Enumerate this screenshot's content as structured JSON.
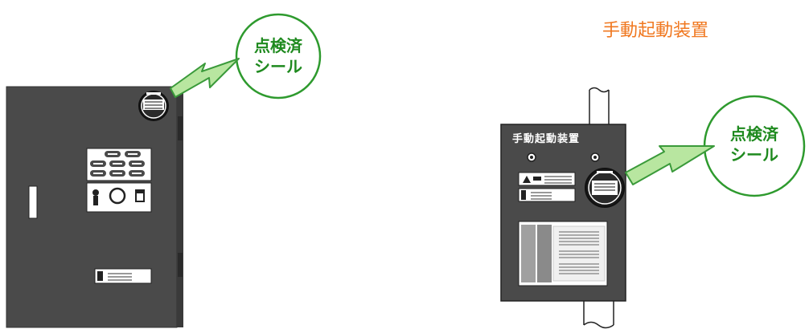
{
  "device_label": "手動起動装置",
  "left_callout": {
    "line1": "点検済",
    "line2": "シール"
  },
  "right_callout": {
    "line1": "点検済",
    "line2": "シール"
  },
  "panel_title": "手動起動装置",
  "colors": {
    "panel": "#4a4a4a",
    "callout_border": "#2e9a2e",
    "callout_text": "#1f8a1f",
    "arrow_fill": "#b8e6a0",
    "arrow_stroke": "#3a9a3a",
    "label_orange": "#f07820"
  }
}
